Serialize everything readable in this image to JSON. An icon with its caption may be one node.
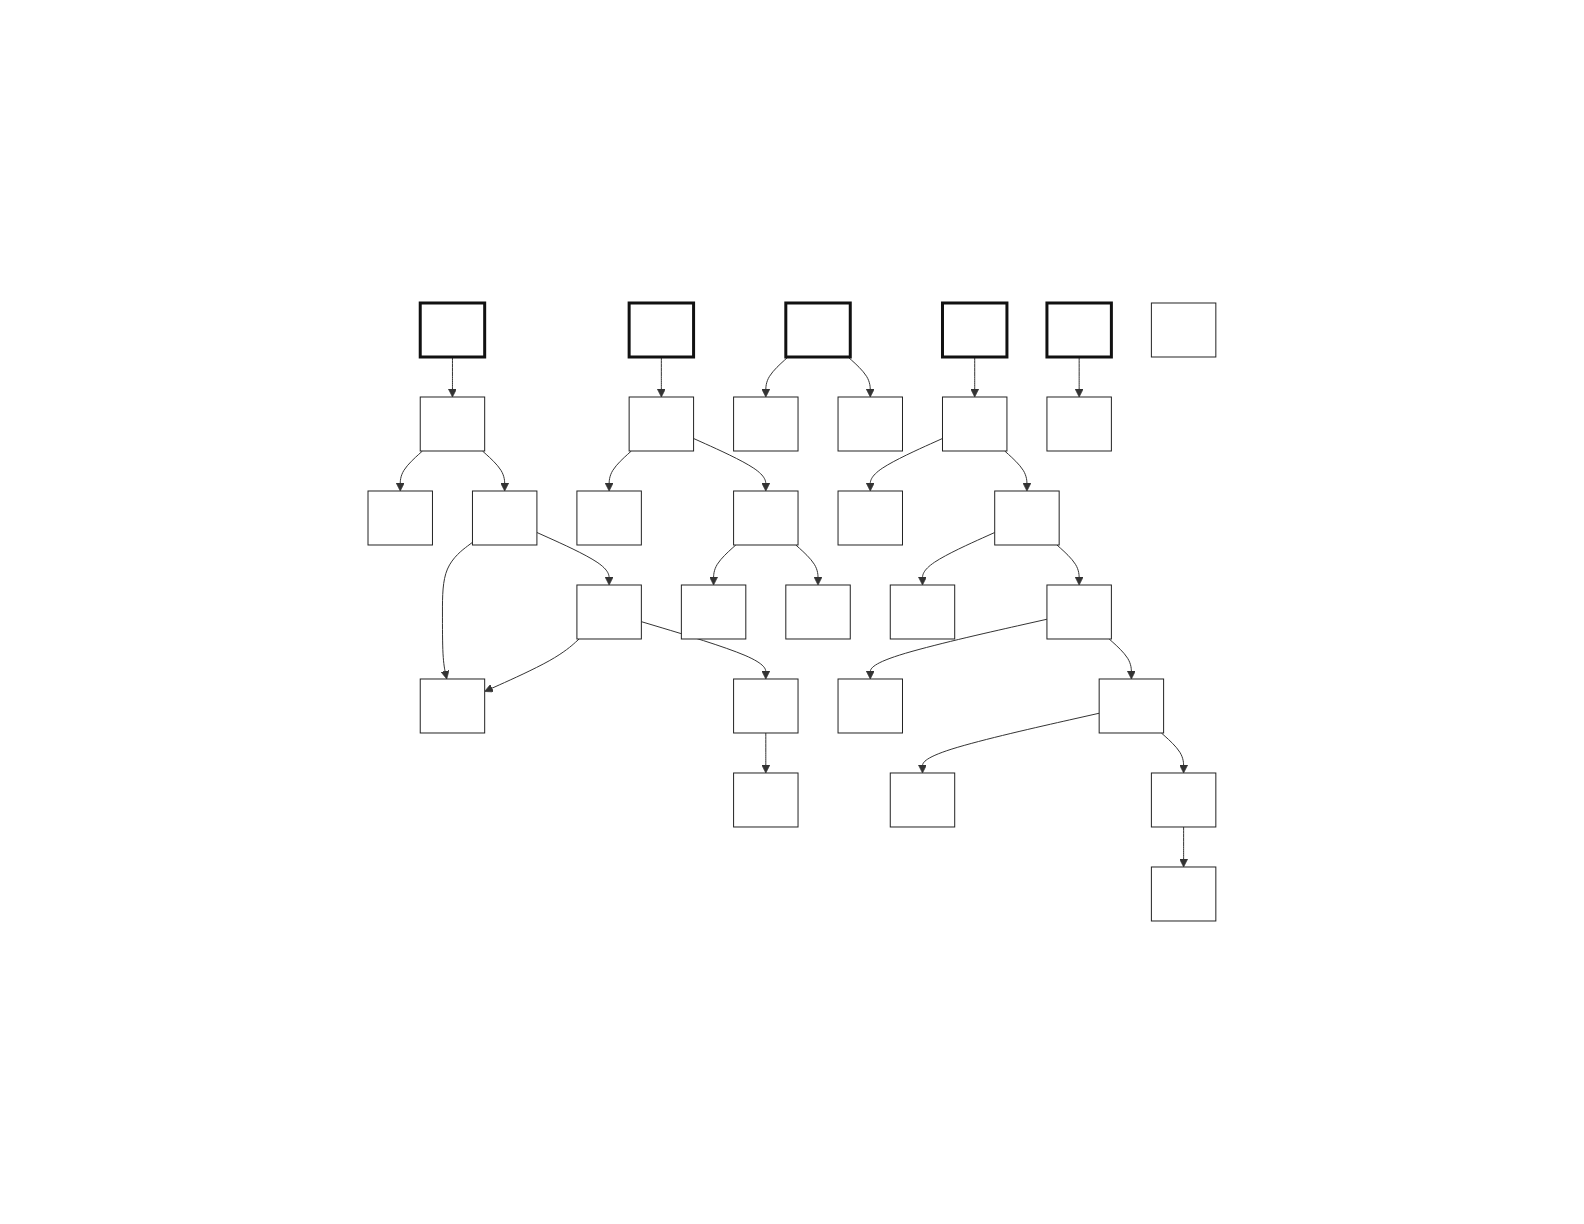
{
  "diagram": {
    "nodes": [
      {
        "text": [],
        "shape": "box"
      },
      {
        "text": [],
        "shape": "box"
      },
      {
        "text": [],
        "shape": "box"
      },
      {
        "text": [],
        "shape": "box"
      },
      {
        "text": [],
        "shape": "box"
      },
      {
        "text": [],
        "shape": "box"
      },
      {
        "text": [],
        "shape": "box"
      },
      {
        "text": [],
        "shape": "box"
      },
      {
        "text": [],
        "shape": "box"
      },
      {
        "text": [],
        "shape": "box"
      },
      {
        "text": [],
        "shape": "box"
      },
      {
        "text": [],
        "shape": "box"
      },
      {
        "text": [],
        "shape": "box"
      },
      {
        "text": [],
        "shape": "box"
      },
      {
        "text": [],
        "shape": "box"
      },
      {
        "text": [],
        "shape": "box"
      },
      {
        "text": [],
        "shape": "box"
      },
      {
        "text": [],
        "shape": "box"
      },
      {
        "text": [],
        "shape": "box"
      },
      {
        "text": [],
        "shape": "box"
      },
      {
        "text": [],
        "shape": "box"
      },
      {
        "text": [],
        "shape": "box"
      },
      {
        "text": [],
        "shape": "box"
      },
      {
        "text": [],
        "shape": "box"
      },
      {
        "text": [],
        "shape": "box"
      },
      {
        "text": [],
        "shape": "box"
      },
      {
        "text": [],
        "shape": "box"
      },
      {
        "text": [],
        "shape": "box"
      },
      {
        "text": [],
        "shape": "box"
      },
      {
        "text": [],
        "shape": "box"
      },
      {
        "text": [],
        "shape": "box"
      }
    ],
    "edges": [
      {
        "from": 0,
        "to": 1,
        "arrow": "to"
      },
      {
        "from": 1,
        "to": 2,
        "arrow": "to"
      },
      {
        "from": 1,
        "to": 3,
        "arrow": "to"
      },
      {
        "from": 3,
        "to": 4,
        "arrow": "to"
      },
      {
        "from": 3,
        "to": 5,
        "arrow": "to"
      },
      {
        "from": 5,
        "to": 4,
        "arrow": "to"
      },
      {
        "from": 5,
        "to": 6,
        "arrow": "to"
      },
      {
        "from": 6,
        "to": 7,
        "arrow": "to"
      },
      {
        "from": 8,
        "to": 9,
        "arrow": "to"
      },
      {
        "from": 9,
        "to": 10,
        "arrow": "to"
      },
      {
        "from": 9,
        "to": 11,
        "arrow": "to"
      },
      {
        "from": 11,
        "to": 12,
        "arrow": "to"
      },
      {
        "from": 11,
        "to": 13,
        "arrow": "to"
      },
      {
        "from": 14,
        "to": 15,
        "arrow": "to"
      },
      {
        "from": 14,
        "to": 16,
        "arrow": "to"
      },
      {
        "from": 17,
        "to": 18,
        "arrow": "to"
      },
      {
        "from": 18,
        "to": 19,
        "arrow": "to"
      },
      {
        "from": 18,
        "to": 20,
        "arrow": "to"
      },
      {
        "from": 20,
        "to": 21,
        "arrow": "to"
      },
      {
        "from": 20,
        "to": 22,
        "arrow": "to"
      },
      {
        "from": 22,
        "to": 23,
        "arrow": "to"
      },
      {
        "from": 22,
        "to": 24,
        "arrow": "to"
      },
      {
        "from": 24,
        "to": 25,
        "arrow": "to"
      },
      {
        "from": 24,
        "to": 26,
        "arrow": "to"
      },
      {
        "from": 26,
        "to": 27,
        "arrow": "to"
      },
      {
        "from": 28,
        "to": 29,
        "arrow": "to"
      }
    ]
  }
}
